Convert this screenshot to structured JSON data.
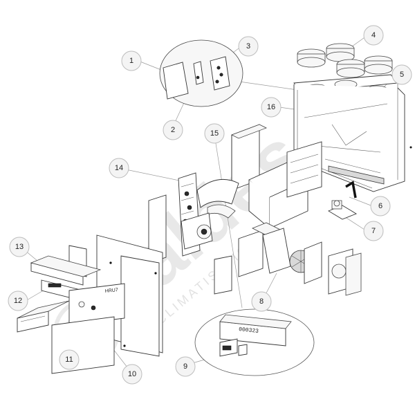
{
  "watermark": {
    "brand": "aldes",
    "tagline": "CLIMATISATION ET"
  },
  "callouts": [
    {
      "id": "1",
      "label": "1"
    },
    {
      "id": "2",
      "label": "2"
    },
    {
      "id": "3",
      "label": "3"
    },
    {
      "id": "4",
      "label": "4"
    },
    {
      "id": "5",
      "label": "5"
    },
    {
      "id": "6",
      "label": "6"
    },
    {
      "id": "7",
      "label": "7"
    },
    {
      "id": "8",
      "label": "8"
    },
    {
      "id": "9",
      "label": "9"
    },
    {
      "id": "10",
      "label": "10"
    },
    {
      "id": "11",
      "label": "11"
    },
    {
      "id": "12",
      "label": "12"
    },
    {
      "id": "13",
      "label": "13"
    },
    {
      "id": "14",
      "label": "14"
    },
    {
      "id": "15",
      "label": "15"
    },
    {
      "id": "16",
      "label": "16"
    }
  ],
  "part_markings": {
    "control_panel_text": "HRU7",
    "board_text": "000323"
  }
}
